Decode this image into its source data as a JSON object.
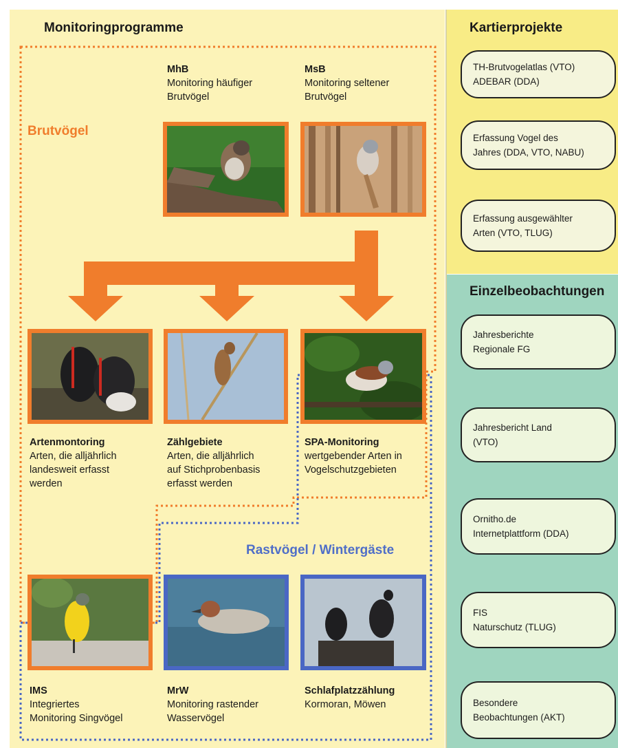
{
  "left": {
    "title": "Monitoringprogramme",
    "brutvoegel_label": "Brutvögel",
    "rast_label": "Rastvögel / Wintergäste"
  },
  "programs": {
    "mhb": {
      "title": "MhB",
      "body": "Monitoring häufiger\nBrutvögel"
    },
    "msb": {
      "title": "MsB",
      "body": "Monitoring seltener\nBrutvögel"
    },
    "artenmonitoring": {
      "title": "Artenmontoring",
      "body": "Arten, die alljährlich\nlandesweit erfasst\nwerden"
    },
    "zaehlgebiete": {
      "title": "Zählgebiete",
      "body": "Arten, die alljährlich\nauf Stichprobenbasis\nerfasst werden"
    },
    "spa": {
      "title": "SPA-Monitoring",
      "body": "wertgebender Arten in\nVogelschutzgebieten"
    },
    "ims": {
      "title": "IMS",
      "body": "Integriertes\nMonitoring Singvögel"
    },
    "mrw": {
      "title": "MrW",
      "body": "Monitoring rastender\nWasservögel"
    },
    "schlafplatz": {
      "title": "Schlafplatzzählung",
      "body": "Kormoran, Möwen"
    }
  },
  "kartierprojekte": {
    "title": "Kartierprojekte",
    "items": [
      "TH-Brutvogelatlas (VTO)\nADEBAR  (DDA)",
      "Erfassung Vogel des\nJahres (DDA, VTO, NABU)",
      "Erfassung ausgewählter\nArten (VTO, TLUG)"
    ]
  },
  "einzelbeobachtungen": {
    "title": "Einzelbeobachtungen",
    "items": [
      "Jahresberichte\nRegionale FG",
      "Jahresbericht Land\n(VTO)",
      "Ornitho.de\nInternetplattform (DDA)",
      "FIS\nNaturschutz (TLUG)",
      "Besondere\nBeobachtungen (AKT)"
    ]
  },
  "colors": {
    "orange": "#f07d2c",
    "blue": "#4a67c4",
    "left_bg": "#fcf3b8",
    "kartier_bg": "#f8ec86",
    "einzel_bg": "#9fd5bf"
  }
}
